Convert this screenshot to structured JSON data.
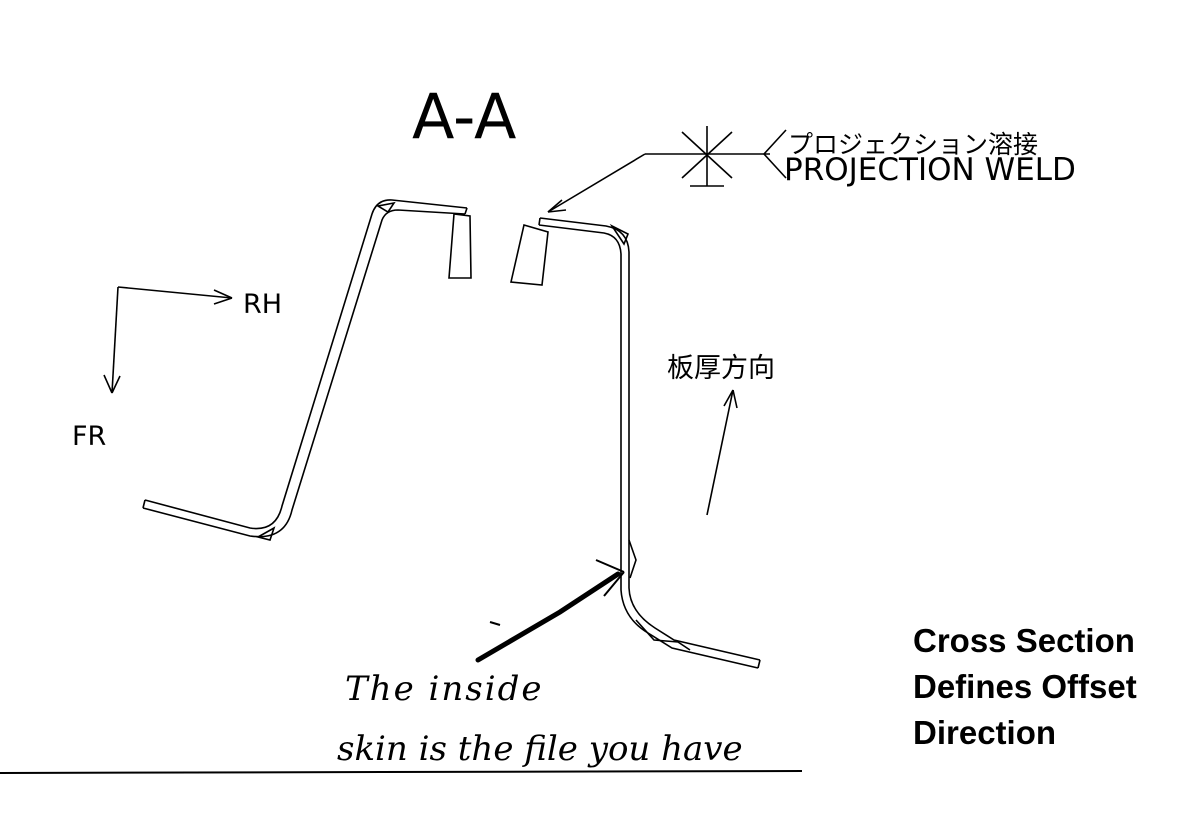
{
  "section_title": "A-A",
  "weld_callout": {
    "label_jp": "プロジェクション溶接",
    "label_en": "PROJECTION WELD"
  },
  "direction_labels": {
    "right": "RH",
    "front": "FR",
    "thickness_direction": "板厚方向"
  },
  "handwritten_note": {
    "line1": "The inside",
    "line2": "skin is the file you have"
  },
  "caption": {
    "line1": "Cross Section",
    "line2": "Defines Offset",
    "line3": "Direction"
  },
  "colors": {
    "ink": "#000000",
    "background": "#ffffff"
  }
}
